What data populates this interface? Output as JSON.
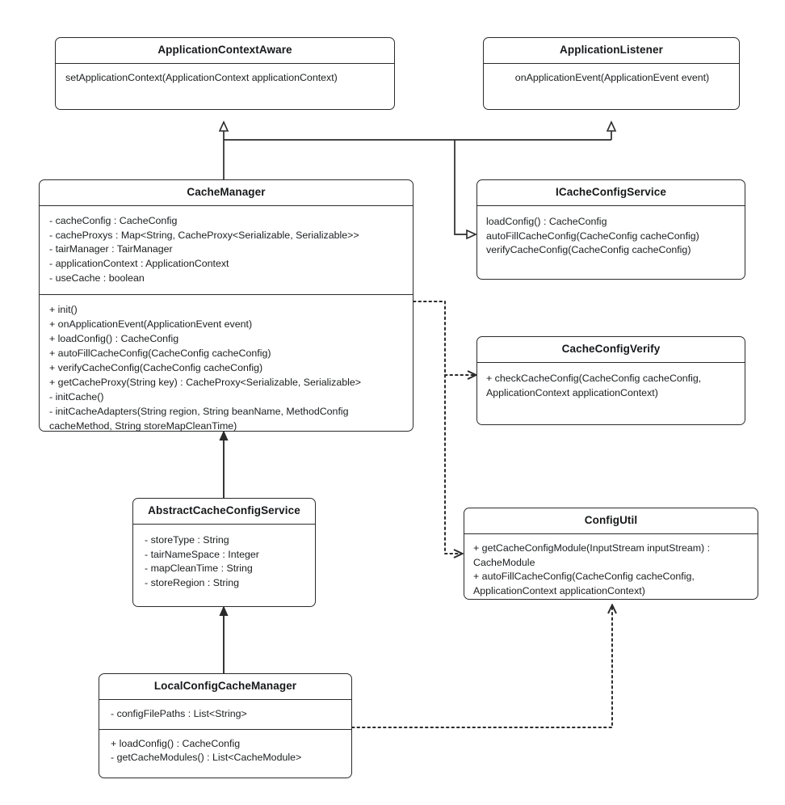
{
  "diagram": {
    "type": "uml-class-diagram",
    "background": "#ffffff",
    "line_color": "#2b2b2b",
    "text_color": "#1b1d1f"
  },
  "classes": {
    "application_context_aware": {
      "name": "ApplicationContextAware",
      "members": [
        "setApplicationContext(ApplicationContext applicationContext)"
      ]
    },
    "application_listener": {
      "name": "ApplicationListener",
      "members": [
        "onApplicationEvent(ApplicationEvent event)"
      ]
    },
    "cache_manager": {
      "name": "CacheManager",
      "attributes": [
        "- cacheConfig : CacheConfig",
        "- cacheProxys : Map<String, CacheProxy<Serializable, Serializable>>",
        "- tairManager : TairManager",
        "- applicationContext : ApplicationContext",
        "- useCache : boolean"
      ],
      "methods": [
        "+ init()",
        "+ onApplicationEvent(ApplicationEvent event)",
        "+ loadConfig() : CacheConfig",
        "+ autoFillCacheConfig(CacheConfig cacheConfig)",
        "+ verifyCacheConfig(CacheConfig cacheConfig)",
        "+ getCacheProxy(String key) : CacheProxy<Serializable, Serializable>",
        "- initCache()",
        "- initCacheAdapters(String region, String beanName, MethodConfig cacheMethod, String storeMapCleanTime)"
      ]
    },
    "icache_config_service": {
      "name": "ICacheConfigService",
      "members": [
        "loadConfig() : CacheConfig",
        "autoFillCacheConfig(CacheConfig cacheConfig)",
        "verifyCacheConfig(CacheConfig cacheConfig)"
      ]
    },
    "cache_config_verify": {
      "name": "CacheConfigVerify",
      "members": [
        "+ checkCacheConfig(CacheConfig cacheConfig, ApplicationContext applicationContext)"
      ]
    },
    "abstract_cache_config_service": {
      "name": "AbstractCacheConfigService",
      "attributes": [
        "- storeType : String",
        "- tairNameSpace : Integer",
        "- mapCleanTime : String",
        "- storeRegion : String"
      ]
    },
    "config_util": {
      "name": "ConfigUtil",
      "members": [
        "+ getCacheConfigModule(InputStream inputStream) : CacheModule",
        "+ autoFillCacheConfig(CacheConfig cacheConfig, ApplicationContext applicationContext)"
      ]
    },
    "local_config_cache_manager": {
      "name": "LocalConfigCacheManager",
      "attributes": [
        "- configFilePaths : List<String>"
      ],
      "methods": [
        "+ loadConfig() : CacheConfig",
        "- getCacheModules() : List<CacheModule>"
      ]
    }
  },
  "relationships": [
    {
      "from": "CacheManager",
      "to": "ApplicationContextAware",
      "type": "realization",
      "arrow": "hollow-triangle",
      "line": "solid"
    },
    {
      "from": "CacheManager",
      "to": "ApplicationListener",
      "type": "realization",
      "arrow": "hollow-triangle",
      "line": "solid"
    },
    {
      "from": "CacheManager",
      "to": "ICacheConfigService",
      "type": "realization",
      "arrow": "hollow-triangle",
      "line": "solid"
    },
    {
      "from": "CacheManager",
      "to": "CacheConfigVerify",
      "type": "dependency",
      "arrow": "open",
      "line": "dotted"
    },
    {
      "from": "CacheManager",
      "to": "ConfigUtil",
      "type": "dependency",
      "arrow": "open",
      "line": "dotted"
    },
    {
      "from": "AbstractCacheConfigService",
      "to": "CacheManager",
      "type": "generalization",
      "arrow": "filled-triangle",
      "line": "solid"
    },
    {
      "from": "LocalConfigCacheManager",
      "to": "AbstractCacheConfigService",
      "type": "generalization",
      "arrow": "filled-triangle",
      "line": "solid"
    },
    {
      "from": "LocalConfigCacheManager",
      "to": "ConfigUtil",
      "type": "dependency",
      "arrow": "open",
      "line": "dotted"
    }
  ]
}
